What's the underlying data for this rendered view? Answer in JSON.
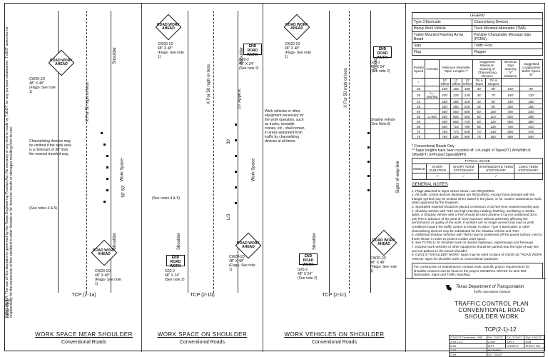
{
  "disclaimer": "DISCLAIMER: The use of this standard is governed by the Texas Engineering Practice Act. No warranty of any kind is made by TxDOT for any purpose whatsoever. TxDOT assumes no responsibility for the conversion of this standard to other formats or for incorrect results or damages resulting from its use.",
  "date_vertical": "DATE: FILE:",
  "panels": [
    {
      "tcp": "TCP (2-1a)",
      "title": "WORK SPACE NEAR SHOULDER",
      "subtitle": "Conventional Roads",
      "shoulder_label": "Shoulder",
      "sign_top": {
        "text": "ROAD WORK AHEAD",
        "code": "CW20-1D",
        "size": "48\" X 48\"",
        "note": "(Flags- See note 1)"
      },
      "sign_bottom": {
        "text": "ROAD WORK AHEAD",
        "code": "CW20-1D",
        "size": "48\" X 48\"",
        "note": "(Flags- See note 1)"
      },
      "channelizing_note": "Channelizing devices may be omitted if the work area is a minimum of 30' from the nearest traveled way.",
      "see_notes": "(See notes 4 & 5)",
      "x_label": "X For 50 mph or less",
      "work_space": "Work Space",
      "dim": "50' 50'"
    },
    {
      "tcp": "TCP (2-1b)",
      "title": "WORK SPACE ON SHOULDER",
      "subtitle": "Conventional Roads",
      "shoulder_label": "Shoulder",
      "sign_top": {
        "text": "ROAD WORK AHEAD",
        "code": "CW20-1D",
        "size": "48\" X 48\"",
        "note": "(Flags- See note 1)"
      },
      "end_top": {
        "text": "END ROAD WORK",
        "code": "G20-2",
        "size": "48\" X 24\"",
        "note": "(See note 2)"
      },
      "sign_bottom": {
        "text": "ROAD WORK AHEAD",
        "code": "CW20-1D",
        "size": "48\" X 48\"",
        "note": "(Flags- See note 1)"
      },
      "end_bottom": {
        "text": "END ROAD WORK",
        "code": "G20-2",
        "size": "48\" X 24\"",
        "note": "(See note 2)"
      },
      "see_notes": "(See notes 4 & 5)",
      "x_label": "X For 50 mph or less",
      "work_space": "Work Space",
      "dim_l": "L/3",
      "dim_m": "30'",
      "dim_approx": "10' Approx."
    },
    {
      "tcp": "TCP (2-1c)",
      "title": "WORK VEHICLES ON SHOULDER",
      "subtitle": "Conventional Roads",
      "shoulder_label": "Shoulder",
      "sign_top": {
        "text": "ROAD WORK AHEAD",
        "code": "CW20-1D",
        "size": "48\" X 48\"",
        "note": "(Flags- See note 1)"
      },
      "end_top": {
        "text": "END ROAD WORK",
        "code": "G20-2",
        "size": "48\" X 24\"",
        "note": "(See note 2)"
      },
      "sign_bottom": {
        "text": "ROAD WORK AHEAD",
        "code": "CW20-1D",
        "size": "48\" X 48\"",
        "note": "(Flags- See note 1)"
      },
      "end_bottom": {
        "text": "END ROAD WORK",
        "code": "G20-2",
        "size": "48\" X 24\"",
        "note": "(See note 2)"
      },
      "equipment_note": "Work vehicles or other equipment necessary for the work operation, such as trucks, movable cranes, etc., shall remain in areas separated from traffic by channelizing devices at all times.",
      "shadow_note": "Shadow vehicle (See Note 8)",
      "signs_row": "Signs of-way-line",
      "x_label": "X For 50 mph or less"
    }
  ],
  "legend": {
    "title": "LEGEND",
    "rows": [
      [
        "Type 3 Barricade",
        "Channelizing Devices"
      ],
      [
        "Heavy Work Vehicle",
        "Truck Mounted Attenuator (TMA)"
      ],
      [
        "Trailer Mounted Flashing Arrow Board",
        "Portable Changeable Message Sign (PCMS)"
      ],
      [
        "Sign",
        "Traffic Flow"
      ],
      [
        "Flag",
        "Flagger"
      ]
    ]
  },
  "speed_table": {
    "headers": [
      "Posted Speed",
      "Formula",
      "Minimum Desirable Taper Lengths **",
      "",
      "",
      "Suggested Maximum Spacing of Channelizing Devices",
      "",
      "Minimum Sign Spacing \"X\" Distance",
      "Suggested Longitudinal Buffer Space \"B\""
    ],
    "subheaders": [
      "*",
      "",
      "10' Offset",
      "11' Offset",
      "12' Offset",
      "On a Taper",
      "On a Tangent",
      "",
      ""
    ],
    "rows": [
      [
        "30",
        "",
        "150'",
        "165'",
        "180'",
        "30'",
        "60'",
        "120'",
        "90'"
      ],
      [
        "35",
        "L= WS²/60",
        "205'",
        "225'",
        "245'",
        "35'",
        "70'",
        "160'",
        "120'"
      ],
      [
        "40",
        "",
        "265'",
        "295'",
        "320'",
        "40'",
        "80'",
        "240'",
        "155'"
      ],
      [
        "45",
        "",
        "450'",
        "495'",
        "540'",
        "45'",
        "90'",
        "320'",
        "195'"
      ],
      [
        "50",
        "",
        "500'",
        "550'",
        "600'",
        "50'",
        "100'",
        "400'",
        "240'"
      ],
      [
        "55",
        "L=WS",
        "550'",
        "605'",
        "660'",
        "55'",
        "110'",
        "500'",
        "295'"
      ],
      [
        "60",
        "",
        "600'",
        "660'",
        "720'",
        "60'",
        "120'",
        "600'",
        "350'"
      ],
      [
        "65",
        "",
        "650'",
        "715'",
        "780'",
        "65'",
        "130'",
        "700'",
        "410'"
      ],
      [
        "70",
        "",
        "700'",
        "770'",
        "840'",
        "70'",
        "140'",
        "800'",
        "475'"
      ],
      [
        "75",
        "",
        "750'",
        "825'",
        "900'",
        "75'",
        "150'",
        "900'",
        "540'"
      ]
    ],
    "foot1": "* Conventional Roads Only",
    "foot2": "** Taper lengths have been rounded off. L=Length of Taper(FT) W=Width of Offset(FT) S=Posted Speed(MPH)"
  },
  "usage": {
    "title": "TYPICAL USAGE",
    "cols": [
      "MOBILE",
      "SHORT DURATION",
      "SHORT TERM STATIONARY",
      "INTERMEDIATE TERM STATIONARY",
      "LONG TERM STATIONARY"
    ],
    "marks": [
      "",
      "✓",
      "✓",
      "✓",
      ""
    ]
  },
  "general_notes": {
    "title": "GENERAL NOTES",
    "items": [
      "1. Flags attached to signs where shown, are REQUIRED.",
      "2. All traffic control devices illustrated are REQUIRED, except those denoted with the triangle symbol may be omitted when stated in the plans, or for routine maintenance work, when approved by the Engineer.",
      "3. Stockpiled material should be placed a minimum of 30 feet from nearest traveled way.",
      "4. Shadow Vehicle with TMA and high intensity rotating, flashing, oscillating or strobe lights. A Shadow Vehicle with a TMA should be used anytime it can be positioned 30 to 100 feet in advance of the area of crew exposure without adversely affecting the performance or quality of the work. If workers are no longer present but road or work conditions require the traffic control to remain in place, Type 3 Barricades or other channelizing devices may be substituted for the Shadow Vehicle and TMA.",
      "5. Additional Shadow Vehicles with TMAs may be positioned off the paved surface, next to those shown in order to protect a wider work space.",
      "6. See TCP(5-1) for shoulder work on divided highways, expressways and freeways.",
      "7. Inactive work vehicles or other equipment should be parked near the right-of-way line and not parked on the paved shoulder.",
      "8. CW21-5 \"SHOULDER WORK\" signs may be used in place of CW20-1D \"ROAD WORK AHEAD\" signs for shoulder work on conventional roadways."
    ],
    "box": "For construction or maintenance contract work, specific project requirements for shoulder closures can be found in the project GENERAL NOTES for Item 502, Barricades, Signs and Traffic Handling."
  },
  "title_block": {
    "agency": "Texas Department of Transportation",
    "division": "Traffic Operations Division",
    "line1": "TRAFFIC CONTROL PLAN",
    "line2": "CONVENTIONAL ROAD",
    "line3": "SHOULDER WORK",
    "number": "TCP(2-1)-12",
    "copyright": "©TxDOT December 1985",
    "revisions": [
      "2-94 2-12",
      "8-95",
      "1-97",
      "4-98"
    ],
    "file_labels": [
      "DN: TXDOT",
      "CK: TXDOT",
      "DW: TXDOT",
      "CK: TXDOT"
    ],
    "bottom_labels": [
      "CONT",
      "SECT",
      "JOB",
      "HIGHWAY",
      "DIST",
      "COUNTY",
      "SHEET NO."
    ]
  }
}
